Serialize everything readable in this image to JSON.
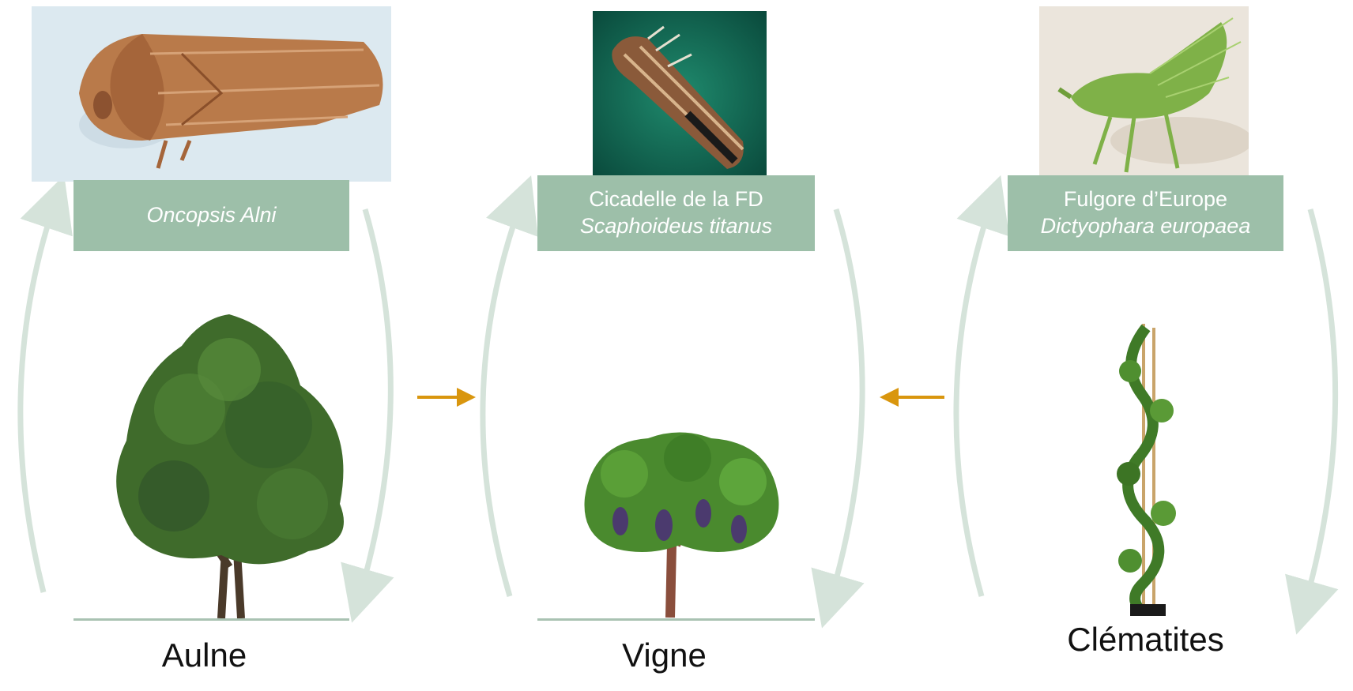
{
  "cycles": [
    {
      "insect": {
        "common_name": "",
        "latin_name": "Oncopsis Alni",
        "icon": "leafhopper-brown-photo"
      },
      "plant": {
        "name": "Aulne",
        "icon": "tree-photo"
      }
    },
    {
      "insect": {
        "common_name": "Cicadelle de la FD",
        "latin_name": "Scaphoideus titanus",
        "icon": "leafhopper-green-background-photo"
      },
      "plant": {
        "name": "Vigne",
        "icon": "grapevine-photo"
      }
    },
    {
      "insect": {
        "common_name": "Fulgore d’Europe",
        "latin_name": "Dictyophara europaea",
        "icon": "green-planthopper-photo"
      },
      "plant": {
        "name": "Clématites",
        "icon": "climbing-plant-photo"
      }
    }
  ],
  "colors": {
    "label_bg": "#9dbfa9",
    "cycle_arrow": "#d5e3da",
    "transfer_arrow": "#d9960e"
  }
}
